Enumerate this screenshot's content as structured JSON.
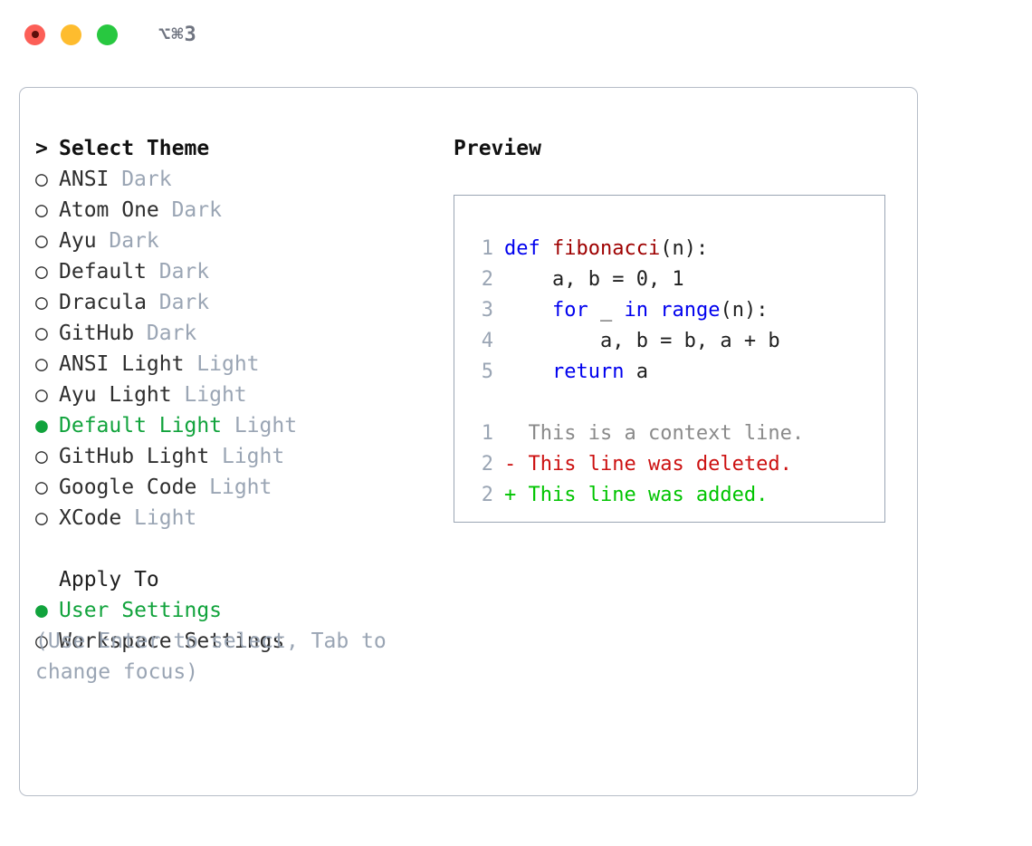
{
  "titlebar": {
    "shortcut": "⌥⌘3",
    "dots": [
      {
        "name": "close",
        "color": "#fc5f57"
      },
      {
        "name": "minimize",
        "color": "#febc2e"
      },
      {
        "name": "maximize",
        "color": "#28c840"
      }
    ]
  },
  "theme_list": {
    "header": {
      "prompt": ">",
      "title": "Select Theme"
    },
    "items": [
      {
        "bullet": "○",
        "label": "ANSI",
        "variant": "Dark",
        "selected": false
      },
      {
        "bullet": "○",
        "label": "Atom One",
        "variant": "Dark",
        "selected": false
      },
      {
        "bullet": "○",
        "label": "Ayu",
        "variant": "Dark",
        "selected": false
      },
      {
        "bullet": "○",
        "label": "Default",
        "variant": "Dark",
        "selected": false
      },
      {
        "bullet": "○",
        "label": "Dracula",
        "variant": "Dark",
        "selected": false
      },
      {
        "bullet": "○",
        "label": "GitHub",
        "variant": "Dark",
        "selected": false
      },
      {
        "bullet": "○",
        "label": "ANSI Light",
        "variant": "Light",
        "selected": false
      },
      {
        "bullet": "○",
        "label": "Ayu Light",
        "variant": "Light",
        "selected": false
      },
      {
        "bullet": "●",
        "label": "Default Light",
        "variant": "Light",
        "selected": true
      },
      {
        "bullet": "○",
        "label": "GitHub Light",
        "variant": "Light",
        "selected": false
      },
      {
        "bullet": "○",
        "label": "Google Code",
        "variant": "Light",
        "selected": false
      },
      {
        "bullet": "○",
        "label": "XCode",
        "variant": "Light",
        "selected": false
      }
    ]
  },
  "apply_to": {
    "header": "Apply To",
    "items": [
      {
        "bullet": "●",
        "label": "User Settings",
        "selected": true
      },
      {
        "bullet": "○",
        "label": "Workspace Settings",
        "selected": false
      }
    ]
  },
  "hint": "(Use Enter to select, Tab to change focus)",
  "preview": {
    "title": "Preview",
    "code_lines": [
      {
        "num": "1",
        "tokens": [
          {
            "t": "def",
            "c": "kw"
          },
          {
            "t": " ",
            "c": "pl"
          },
          {
            "t": "fibonacci",
            "c": "fn"
          },
          {
            "t": "(n):",
            "c": "pl"
          }
        ]
      },
      {
        "num": "2",
        "tokens": [
          {
            "t": "    a, b = 0, 1",
            "c": "pl"
          }
        ]
      },
      {
        "num": "3",
        "tokens": [
          {
            "t": "    ",
            "c": "pl"
          },
          {
            "t": "for",
            "c": "kw"
          },
          {
            "t": " _ ",
            "c": "pl"
          },
          {
            "t": "in",
            "c": "kw"
          },
          {
            "t": " ",
            "c": "pl"
          },
          {
            "t": "range",
            "c": "kw"
          },
          {
            "t": "(n):",
            "c": "pl"
          }
        ]
      },
      {
        "num": "4",
        "tokens": [
          {
            "t": "        a, b = b, a + b",
            "c": "pl"
          }
        ]
      },
      {
        "num": "5",
        "tokens": [
          {
            "t": "    ",
            "c": "pl"
          },
          {
            "t": "return",
            "c": "kw"
          },
          {
            "t": " a",
            "c": "pl"
          }
        ]
      }
    ],
    "diff_lines": [
      {
        "num": "1",
        "marker": "  ",
        "text": "This is a context line.",
        "kind": "diff-ctx"
      },
      {
        "num": "2",
        "marker": "- ",
        "text": "This line was deleted.",
        "kind": "diff-del"
      },
      {
        "num": "2",
        "marker": "+ ",
        "text": "This line was added.",
        "kind": "diff-add"
      }
    ]
  },
  "colors": {
    "selected_green": "#11a33c",
    "muted_gray": "#9aa5b4",
    "keyword_blue": "#0000ee",
    "function_red": "#9e0000",
    "diff_add_green": "#00c400",
    "diff_del_red": "#cc1111",
    "border": "#b6bdc8"
  }
}
